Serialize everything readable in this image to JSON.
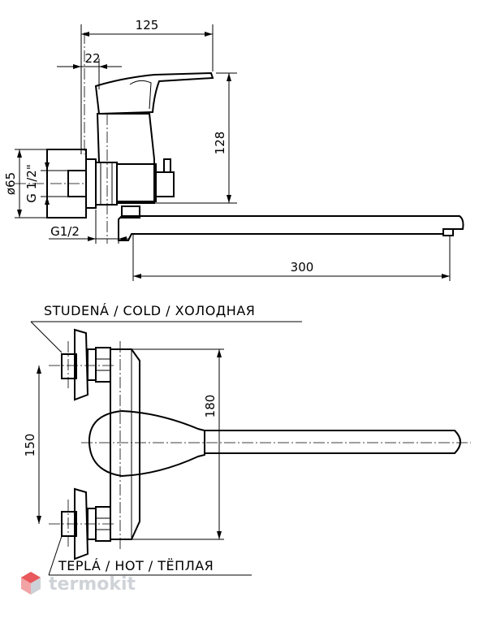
{
  "dimensions": {
    "width_125": "125",
    "offset_22": "22",
    "height_128": "128",
    "diameter_65": "ø65",
    "thread_g12": "G 1/2\"",
    "inlet_g12": "G1/2",
    "spout_300": "300",
    "spacing_150": "150",
    "height_180": "180"
  },
  "labels": {
    "cold": "STUDENÁ  /  COLD  /  ХОЛОДНАЯ",
    "hot": "TEPLÁ  /  HOT   /  ТЁПЛАЯ"
  },
  "watermark": {
    "text": "termokit",
    "colors": [
      "#e8585c",
      "#f2a3a6",
      "#cdd2d8"
    ]
  }
}
